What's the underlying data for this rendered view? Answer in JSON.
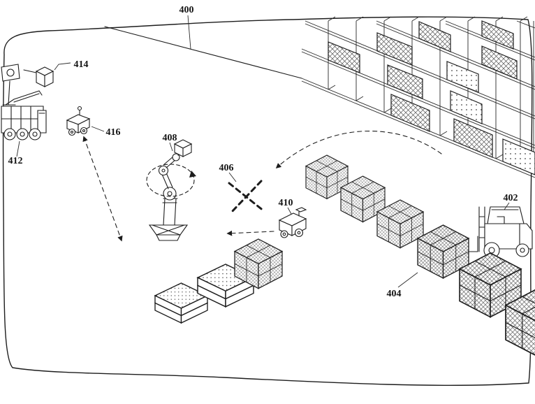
{
  "canvas": {
    "background": "#ffffff",
    "line_color": "#1d1d1d"
  },
  "labels": {
    "400": "400",
    "402": "402",
    "404": "404",
    "406": "406",
    "408": "408",
    "410": "410",
    "412": "412",
    "414": "414",
    "416": "416"
  },
  "components": {
    "400": "facility-boundary",
    "402": "forklift",
    "404": "pallet-row",
    "406": "floor-target-marker",
    "408": "robotic-arm",
    "410": "mobile-robot",
    "412": "utility-truck",
    "414": "overhead-sensor",
    "416": "mobile-robot"
  }
}
